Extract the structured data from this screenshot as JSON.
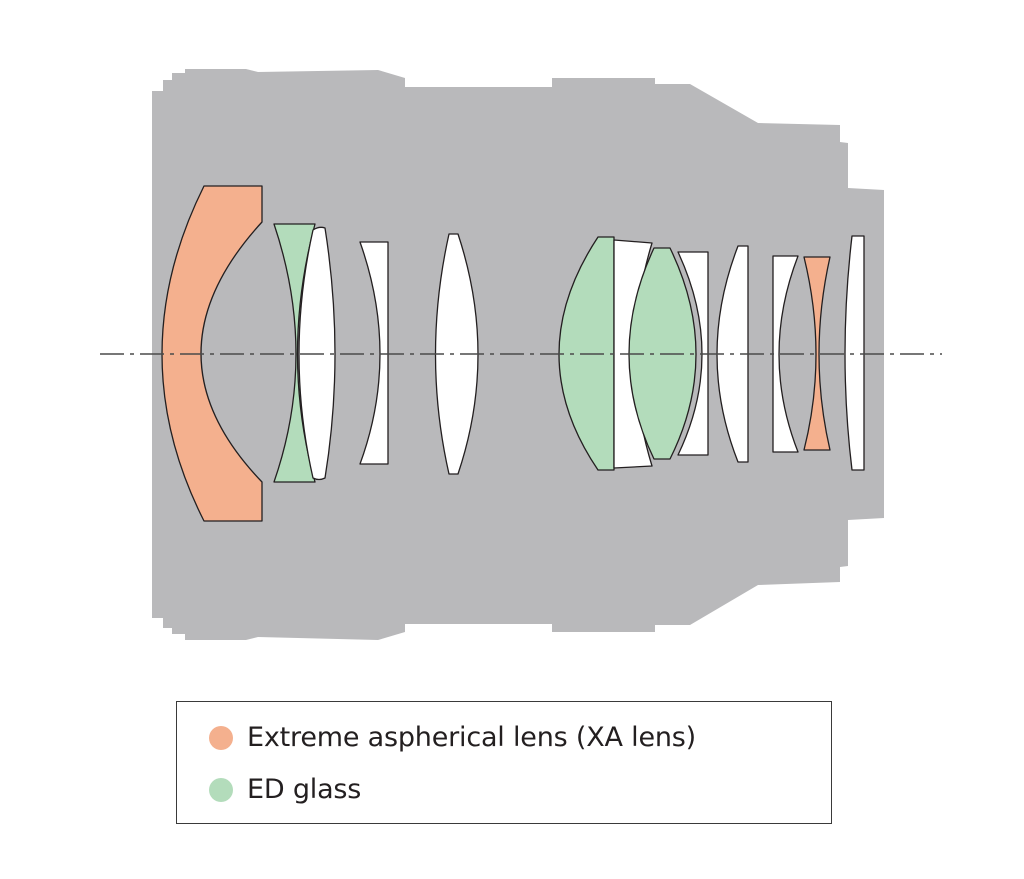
{
  "colors": {
    "barrel": "#b9b9bb",
    "xa_lens": "#f4b08e",
    "ed_glass": "#b3dcbb",
    "plain_lens": "#ffffff",
    "outline": "#231f20",
    "axis": "#4a4a4a"
  },
  "legend": {
    "items": [
      {
        "label": "Extreme aspherical lens (XA lens)",
        "color": "#f4b08e"
      },
      {
        "label": "ED glass",
        "color": "#b3dcbb"
      }
    ]
  },
  "elements": [
    {
      "name": "xa-element-1",
      "type": "xa"
    },
    {
      "name": "ed-element-2",
      "type": "ed"
    },
    {
      "name": "element-3",
      "type": "plain"
    },
    {
      "name": "element-4",
      "type": "plain"
    },
    {
      "name": "element-5",
      "type": "plain"
    },
    {
      "name": "ed-element-6",
      "type": "ed"
    },
    {
      "name": "element-7",
      "type": "plain"
    },
    {
      "name": "ed-element-8",
      "type": "ed"
    },
    {
      "name": "element-9",
      "type": "plain"
    },
    {
      "name": "element-10",
      "type": "plain"
    },
    {
      "name": "element-11",
      "type": "plain"
    },
    {
      "name": "xa-element-12",
      "type": "xa"
    },
    {
      "name": "element-13",
      "type": "plain"
    }
  ]
}
